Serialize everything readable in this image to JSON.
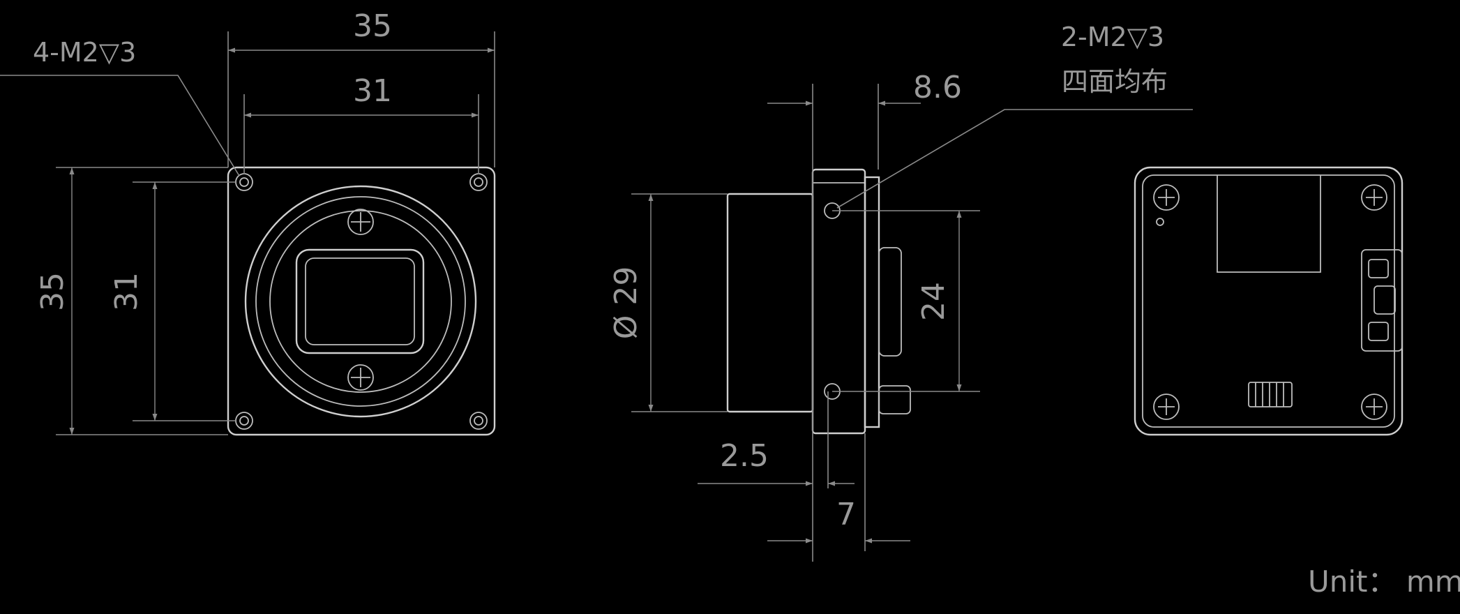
{
  "labels": {
    "front_width_outer": "35",
    "front_width_inner": "31",
    "front_height_outer": "35",
    "front_height_inner": "31",
    "front_screw_note": "4-M2▽3",
    "side_depth_top": "8.6",
    "side_screw_note": "2-M2▽3",
    "side_screw_note_2": "四面均布",
    "side_diameter": "Ø 29",
    "side_height": "24",
    "side_flange": "2.5",
    "side_base": "7",
    "unit": "Unit： mm"
  },
  "colors": {
    "background": "#000000",
    "dimension_line": "#8a8a8a",
    "object_line": "#cfcfcf",
    "text": "#9a9a9a"
  }
}
